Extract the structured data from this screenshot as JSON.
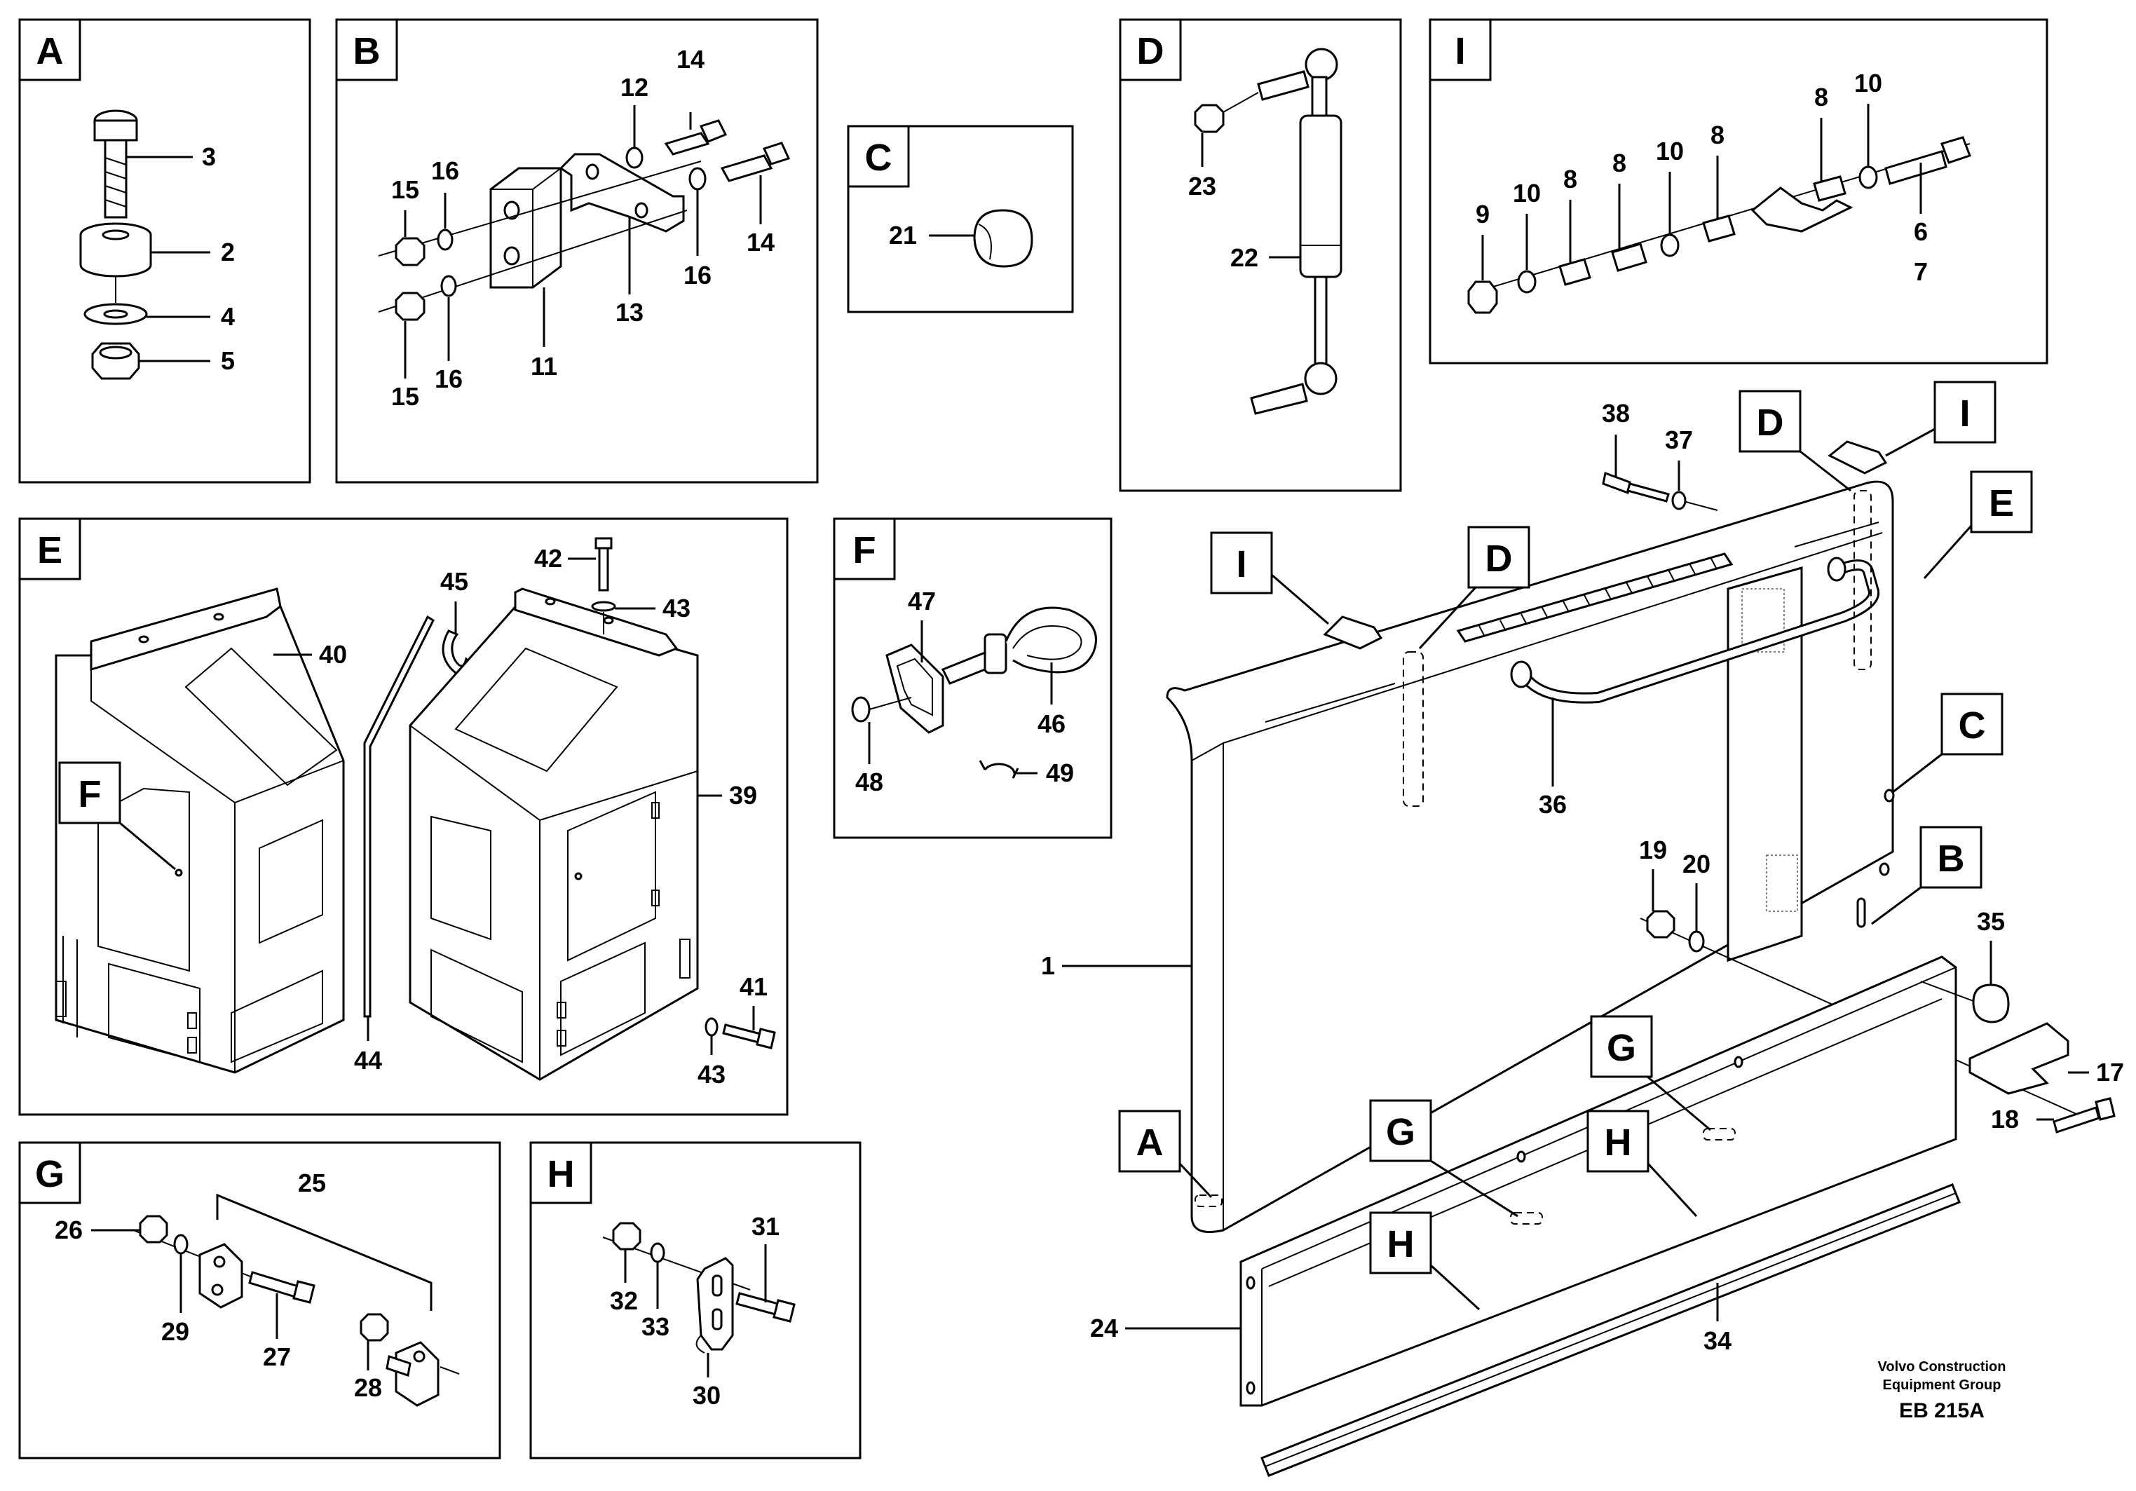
{
  "panel_tags": [
    "A",
    "B",
    "C",
    "D",
    "I",
    "E",
    "F",
    "G",
    "H"
  ],
  "numbers": {
    "p1": "1",
    "p2": "2",
    "p3": "3",
    "p4": "4",
    "p5": "5",
    "p6": "6",
    "p7": "7",
    "p8": "8",
    "p9": "9",
    "p10": "10",
    "p11": "11",
    "p12": "12",
    "p13": "13",
    "p14": "14",
    "p15": "15",
    "p16": "16",
    "p17": "17",
    "p18": "18",
    "p19": "19",
    "p20": "20",
    "p21": "21",
    "p22": "22",
    "p23": "23",
    "p24": "24",
    "p25": "25",
    "p26": "26",
    "p27": "27",
    "p28": "28",
    "p29": "29",
    "p30": "30",
    "p31": "31",
    "p32": "32",
    "p33": "33",
    "p34": "34",
    "p35": "35",
    "p36": "36",
    "p37": "37",
    "p38": "38",
    "p39": "39",
    "p40": "40",
    "p41": "41",
    "p42": "42",
    "p43": "43",
    "p44": "44",
    "p45": "45",
    "p46": "46",
    "p47": "47",
    "p48": "48",
    "p49": "49"
  },
  "credit": {
    "line1": "Volvo Construction",
    "line2": "Equipment Group",
    "code": "EB 215A"
  }
}
